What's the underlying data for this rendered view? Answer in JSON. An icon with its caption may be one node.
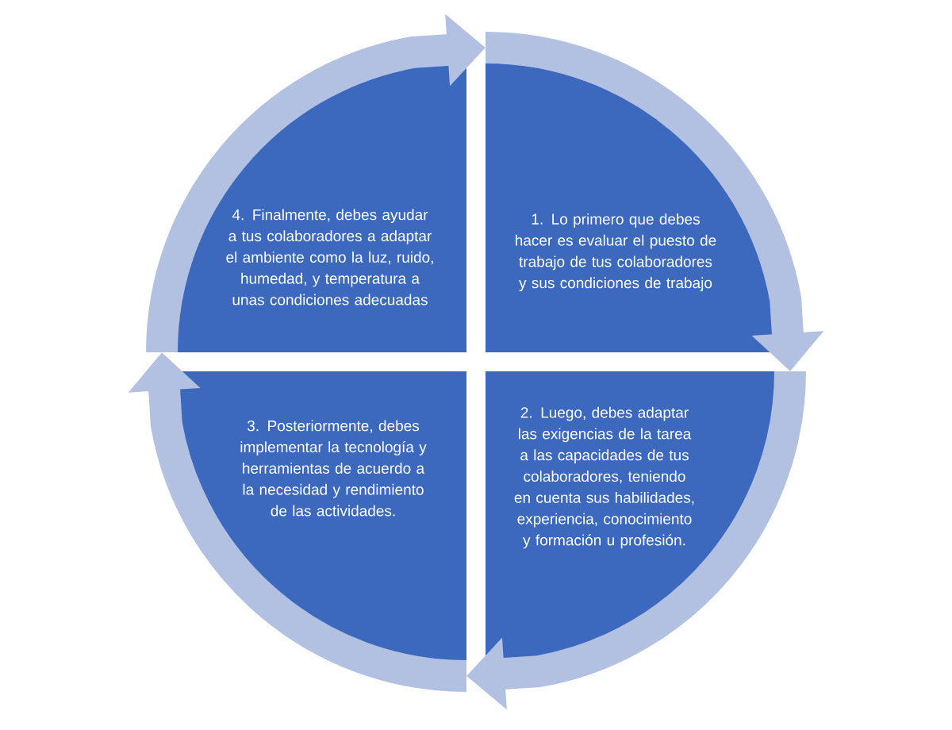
{
  "diagram": {
    "nodes": [
      {
        "text": [
          "4. Finalmente, debes ayudar a tus colaboradores a adaptar el ambiente como la luz, ruido, humedad,  y temperatura a unas condiciones adecuadas"
        ]
      },
      {
        "text": [
          "1. Lo primero que debes hacer es evaluar el puesto de trabajo de tus colaboradores y sus condiciones de trabajo"
        ]
      },
      {
        "text": [
          "3. Posteriormente,  debes implementar  la tecnología y herramientas de acuerdo a la necesidad y rendimiento  de las actividades."
        ]
      },
      {
        "text": [
          "2. Luego, debes adaptar las exigencias de la tarea a las capacidades de tus colaboradores, teniendo en cuenta sus habilidades, experiencia, conocimiento y formación u profesión."
        ]
      }
    ],
    "edges": [
      {
        "from": 0,
        "to": 1,
        "arrow": "to"
      },
      {
        "from": 1,
        "to": 3,
        "arrow": "to"
      },
      {
        "from": 3,
        "to": 2,
        "arrow": "to"
      },
      {
        "from": 2,
        "to": 0,
        "arrow": "to"
      }
    ]
  }
}
